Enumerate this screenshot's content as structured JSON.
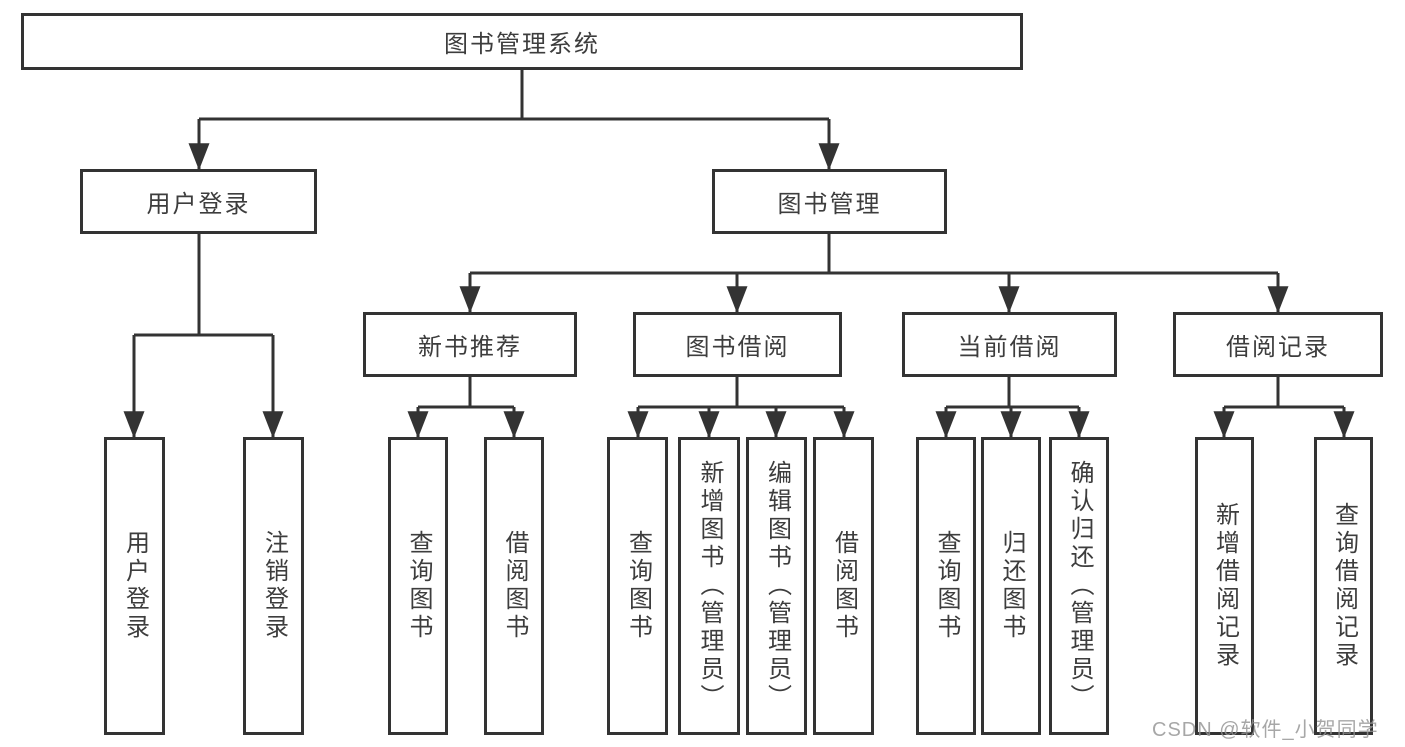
{
  "diagram": {
    "root": "图书管理系统",
    "watermark": "CSDN @软件_小贺同学",
    "colors": {
      "line": "#333333",
      "text": "#3d3d3d",
      "box_background": "#ffffff",
      "watermark": "#949494"
    },
    "level1": [
      {
        "label": "用户登录"
      },
      {
        "label": "图书管理"
      }
    ],
    "level2": [
      {
        "label": "新书推荐",
        "parent": "图书管理"
      },
      {
        "label": "图书借阅",
        "parent": "图书管理"
      },
      {
        "label": "当前借阅",
        "parent": "图书管理"
      },
      {
        "label": "借阅记录",
        "parent": "图书管理"
      }
    ],
    "leaves": [
      {
        "label": "用户登录",
        "parent": "用户登录"
      },
      {
        "label": "注销登录",
        "parent": "用户登录"
      },
      {
        "label": "查询图书",
        "parent": "新书推荐"
      },
      {
        "label": "借阅图书",
        "parent": "新书推荐"
      },
      {
        "label": "查询图书",
        "parent": "图书借阅"
      },
      {
        "label": "新增图书（管理员）",
        "parent": "图书借阅"
      },
      {
        "label": "编辑图书（管理员）",
        "parent": "图书借阅"
      },
      {
        "label": "借阅图书",
        "parent": "图书借阅"
      },
      {
        "label": "查询图书",
        "parent": "当前借阅"
      },
      {
        "label": "归还图书",
        "parent": "当前借阅"
      },
      {
        "label": "确认归还（管理员）",
        "parent": "当前借阅"
      },
      {
        "label": "新增借阅记录",
        "parent": "借阅记录"
      },
      {
        "label": "查询借阅记录",
        "parent": "借阅记录"
      }
    ]
  }
}
